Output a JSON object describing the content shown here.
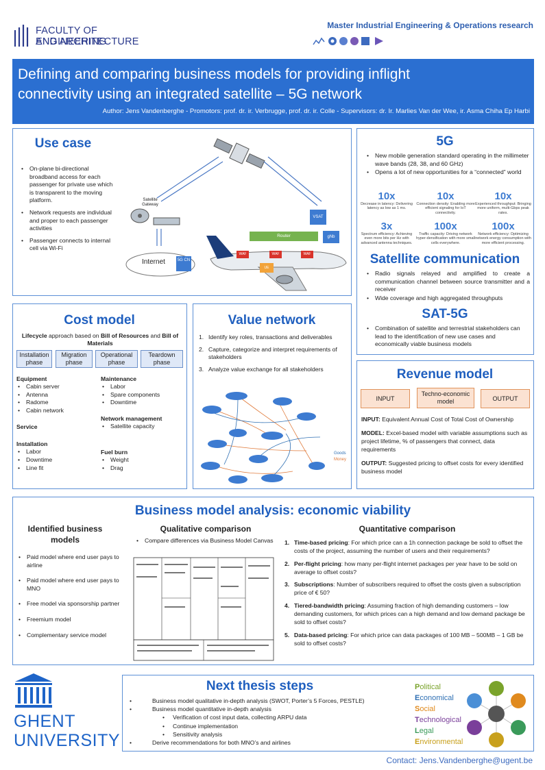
{
  "header": {
    "faculty_line1": "FACULTY OF ENGINEERING",
    "faculty_line2": "AND ARCHITECTURE",
    "program": "Master Industrial Engineering & Operations research"
  },
  "title": {
    "line1": "Defining and comparing business models for providing inflight",
    "line2": "connectivity using an integrated satellite – 5G network",
    "authors": "Author: Jens Vandenberghe - Promotors: prof. dr. ir. Verbrugge, prof. dr. ir. Colle - Supervisors: dr. Ir. Marlies Van der Wee, ir. Asma Chiha Ep Harbi"
  },
  "use_case": {
    "heading": "Use case",
    "bullets": [
      "On-plane bi-directional broadband access for each passenger for private use which is transparent to the moving platform.",
      "Network requests are individual and proper to each passenger activities",
      "Passenger connects to internal cell via Wi-Fi"
    ],
    "diagram": {
      "gateway": "Satellite Gateway",
      "internet": "Internet",
      "cn": "5G CN",
      "vsat": "VSAT",
      "router": "Router",
      "gnb": "gNb",
      "waf": "WAF",
      "ue": "UE"
    }
  },
  "fiveg": {
    "heading": "5G",
    "bullets": [
      "New mobile generation standard operating in the millimeter wave bands (28, 38, and 60 GHz)",
      "Opens a lot of new opportunities for a “connected” world"
    ],
    "stats": [
      {
        "value": "10x",
        "label": "Decrease in latency: Delivering latency as low as 1 ms."
      },
      {
        "value": "10x",
        "label": "Connection density: Enabling more efficient signaling for IoT connectivity."
      },
      {
        "value": "10x",
        "label": "Experienced throughput: Bringing more uniform, multi-Gbps peak rates."
      },
      {
        "value": "3x",
        "label": "Spectrum efficiency: Achieving even more bits per Hz with advanced antenna techniques."
      },
      {
        "value": "100x",
        "label": "Traffic capacity: Driving network hyper-densification with more small cells everywhere."
      },
      {
        "value": "100x",
        "label": "Network efficiency: Optimizing network energy consumption with more efficient processing."
      }
    ]
  },
  "satcom": {
    "heading": "Satellite communication",
    "bullets": [
      "Radio signals relayed and amplified to create a communication channel between source transmitter and a receiver",
      "Wide coverage and high aggregated throughputs"
    ]
  },
  "sat5g": {
    "heading": "SAT-5G",
    "bullets": [
      "Combination of satellite and terrestrial stakeholders can lead to the identification of new use cases and economically viable business models"
    ]
  },
  "cost": {
    "heading": "Cost model",
    "lifecycle_bold1": "Lifecycle",
    "lifecycle_mid1": " approach based on ",
    "lifecycle_bold2": "Bill of Resources",
    "lifecycle_mid2": " and ",
    "lifecycle_bold3": "Bill of Materials",
    "phases": [
      "Installation phase",
      "Migration phase",
      "Operational phase",
      "Teardown phase"
    ],
    "equipment": {
      "title": "Equipment",
      "items": [
        "Cabin server",
        "Antenna",
        "Radome",
        "Cabin network"
      ]
    },
    "service": {
      "title": "Service"
    },
    "installation": {
      "title": "Installation",
      "items": [
        "Labor",
        "Downtime",
        "Line fit"
      ]
    },
    "maintenance": {
      "title": "Maintenance",
      "items": [
        "Labor",
        "Spare components",
        "Downtime"
      ]
    },
    "network": {
      "title": "Network management",
      "items": [
        "Satellite capacity"
      ]
    },
    "fuel": {
      "title": "Fuel burn",
      "items": [
        "Weight",
        "Drag"
      ]
    }
  },
  "value": {
    "heading": "Value network",
    "steps": [
      "Identify key roles, transactions and deliverables",
      "Capture, categorize and interpret requirements of stakeholders",
      "Analyze value exchange for all stakeholders"
    ],
    "legend": [
      "Goods",
      "Money"
    ]
  },
  "revenue": {
    "heading": "Revenue model",
    "boxes": [
      "INPUT",
      "Techno-economic model",
      "OUTPUT"
    ],
    "input_label": "INPUT:",
    "input_text": " Equivalent Annual Cost of Total Cost of Ownership",
    "model_label": "MODEL:",
    "model_text": " Excel-based model with variable assumptions such as project lifetime, % of passengers that connect, data requirements",
    "output_label": "OUTPUT:",
    "output_text": " Suggested pricing to offset costs for every identified business model"
  },
  "analysis": {
    "heading": "Business model analysis: economic viability",
    "col1_title": "Identified business models",
    "models": [
      "Paid model where end user pays to airline",
      "Paid model where end user pays to MNO",
      "Free model via sponsorship partner",
      "Freemium model",
      "Complementary service model"
    ],
    "col2_title": "Qualitative comparison",
    "qual_bullets": [
      "Compare differences via Business Model Canvas"
    ],
    "col3_title": "Quantitative comparison",
    "quant": [
      {
        "n": "1.",
        "t": "Time-based pricing",
        "d": ": For which price can a 1h connection package be sold to offset the costs of the project, assuming the number of users and their requirements?"
      },
      {
        "n": "2.",
        "t": "Per-flight pricing",
        "d": ": how many per-flight internet packages per year have to be sold on average to offset costs?"
      },
      {
        "n": "3.",
        "t": "Subscriptions",
        "d": ": Number of subscribers required to offset the costs given a subscription price of € 50?"
      },
      {
        "n": "4.",
        "t": "Tiered-bandwidth pricing",
        "d": ": Assuming fraction of high demanding customers – low demanding customers, for which prices can a high demand and low demand package be sold to offset costs?"
      },
      {
        "n": "5.",
        "t": "Data-based pricing",
        "d": ": For which price can data packages of 100 MB – 500MB – 1 GB be sold to offset costs?"
      }
    ]
  },
  "next": {
    "heading": "Next thesis steps",
    "items": [
      {
        "level": 1,
        "text": "Business model qualitative in-depth analysis (SWOT, Porter’s 5 Forces, PESTLE)"
      },
      {
        "level": 1,
        "text": "Business model quantitative in-depth analysis"
      },
      {
        "level": 2,
        "text": "Verification of cost input data, collecting ARPU data"
      },
      {
        "level": 2,
        "text": "Continue implementation"
      },
      {
        "level": 2,
        "text": "Sensitivity analysis"
      },
      {
        "level": 1,
        "text": "Derive recommendations for both MNO’s and airlines"
      }
    ],
    "pestle": [
      {
        "first": "P",
        "rest": "olitical",
        "color": "#7aa32b"
      },
      {
        "first": "E",
        "rest": "conomical",
        "color": "#2e6fb3"
      },
      {
        "first": "S",
        "rest": "ocial",
        "color": "#e08a1e"
      },
      {
        "first": "T",
        "rest": "echnological",
        "color": "#7a3f9a"
      },
      {
        "first": "L",
        "rest": "egal",
        "color": "#3a9a5a"
      },
      {
        "first": "E",
        "rest": "nvironmental",
        "color": "#c8a01c"
      }
    ]
  },
  "university": {
    "line1": "GHENT",
    "line2": "UNIVERSITY"
  },
  "contact": "Contact: Jens.Vandenberghe@ugent.be",
  "colors": {
    "accent": "#1f5fbf",
    "banner": "#2b6fd1",
    "border": "#5b8fd6"
  }
}
